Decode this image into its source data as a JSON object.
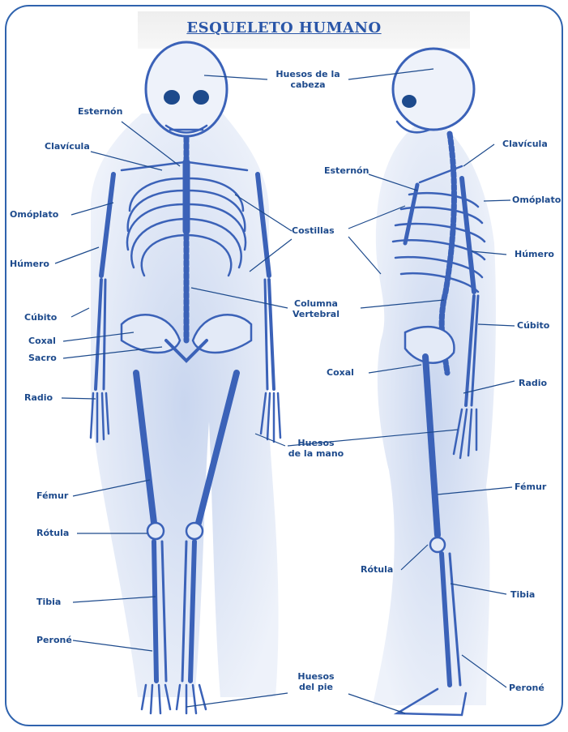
{
  "title": "ESQUELETO HUMANO",
  "colors": {
    "frame": "#2f63ae",
    "title": "#2a56a8",
    "label": "#1d4a8c",
    "bone": "#3b62b8",
    "body": "#dbe3f3"
  },
  "labels": {
    "huesos_cabeza_1": "Huesos de la",
    "huesos_cabeza_2": "cabeza",
    "esternon_front": "Esternón",
    "clavicula_front": "Clavícula",
    "omoplato_front": "Omóplato",
    "humero_front": "Húmero",
    "cubito_front": "Cúbito",
    "coxal_front": "Coxal",
    "sacro": "Sacro",
    "radio_front": "Radio",
    "femur_front": "Fémur",
    "rotula_front": "Rótula",
    "tibia_front": "Tibia",
    "perone_front": "Peroné",
    "costillas": "Costillas",
    "columna_1": "Columna",
    "columna_2": "Vertebral",
    "mano_1": "Huesos",
    "mano_2": "de la mano",
    "pie_1": "Huesos",
    "pie_2": "del pie",
    "clavicula_side": "Clavícula",
    "esternon_side": "Esternón",
    "omoplato_side": "Omóplato",
    "humero_side": "Húmero",
    "cubito_side": "Cúbito",
    "coxal_side": "Coxal",
    "radio_side": "Radio",
    "femur_side": "Fémur",
    "rotula_side": "Rótula",
    "tibia_side": "Tibia",
    "perone_side": "Peroné"
  }
}
